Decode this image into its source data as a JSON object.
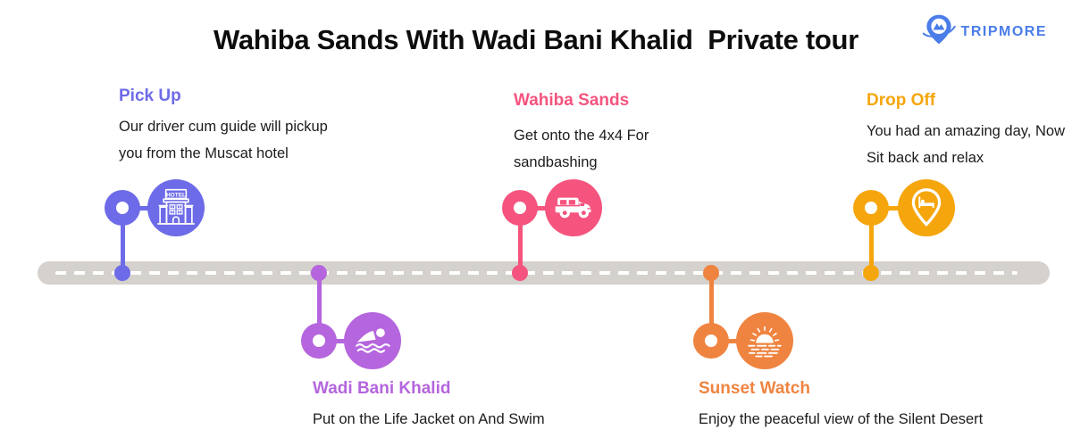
{
  "header": {
    "title": "Wahiba Sands With Wadi Bani Khalid  Private tour"
  },
  "brand": {
    "name": "TRIPMORE",
    "color": "#4a7de8"
  },
  "timeline": {
    "bar_color": "#d5d1cd",
    "dash_color": "#ffffff"
  },
  "steps": [
    {
      "id": "pick-up",
      "title": "Pick Up",
      "description": "Our driver cum guide will pickup you from the Muscat hotel",
      "color": "#6e6be8",
      "icon": "hotel-icon",
      "side": "above"
    },
    {
      "id": "wadi-bani-khalid",
      "title": "Wadi Bani Khalid",
      "description": "Put on the Life Jacket on And Swim",
      "color": "#b565dd",
      "icon": "swimmer-icon",
      "side": "below"
    },
    {
      "id": "wahiba-sands",
      "title": "Wahiba Sands",
      "description": "Get onto the 4x4 For sandbashing",
      "color": "#f4547e",
      "icon": "jeep-icon",
      "side": "above"
    },
    {
      "id": "sunset-watch",
      "title": "Sunset Watch",
      "description": "Enjoy the peaceful view of the Silent Desert",
      "color": "#ef8440",
      "icon": "sunset-icon",
      "side": "below"
    },
    {
      "id": "drop-off",
      "title": "Drop Off",
      "description": "You had an amazing day, Now Sit back and relax",
      "color": "#f5a60d",
      "icon": "bed-pin-icon",
      "side": "above"
    }
  ]
}
